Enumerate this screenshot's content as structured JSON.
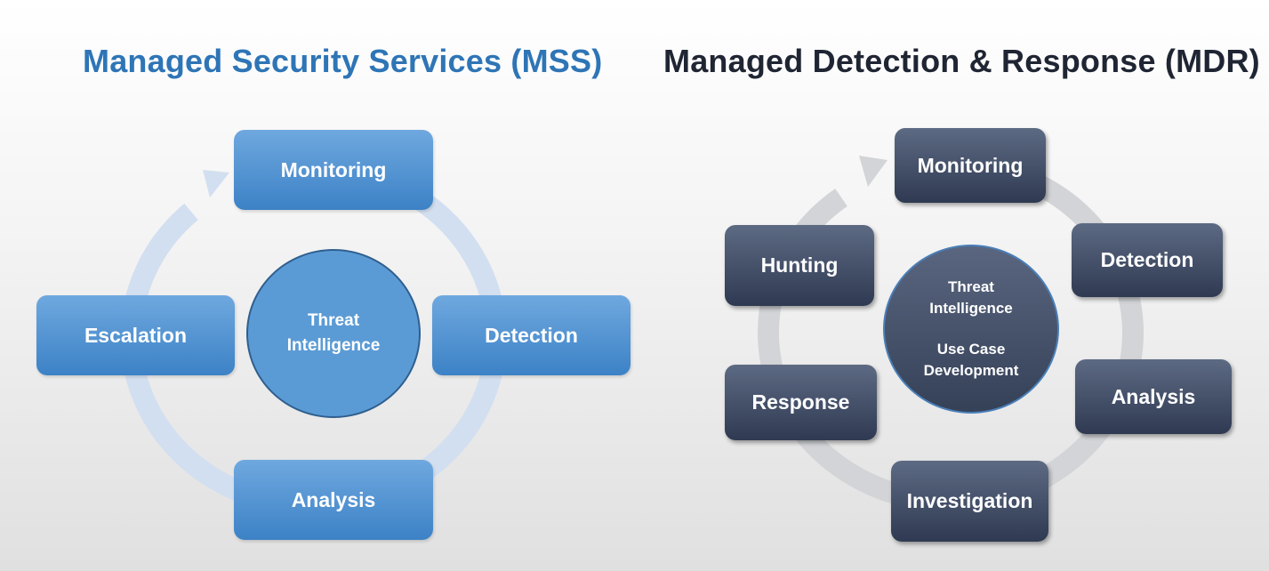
{
  "mss": {
    "title": "Managed Security Services (MSS)",
    "steps": {
      "monitoring": "Monitoring",
      "detection": "Detection",
      "analysis": "Analysis",
      "escalation": "Escalation"
    },
    "center": {
      "line1": "Threat",
      "line2": "Intelligence"
    },
    "ring_color": "#d2dff0",
    "box_color": "#5b9bd5"
  },
  "mdr": {
    "title": "Managed Detection & Response (MDR)",
    "steps": {
      "monitoring": "Monitoring",
      "detection": "Detection",
      "analysis": "Analysis",
      "investigation": "Investigation",
      "response": "Response",
      "hunting": "Hunting"
    },
    "center": {
      "line1": "Threat",
      "line2": "Intelligence",
      "line3": "Use Case",
      "line4": "Development"
    },
    "ring_color": "#d3d4d7",
    "box_color": "#3d4760"
  }
}
